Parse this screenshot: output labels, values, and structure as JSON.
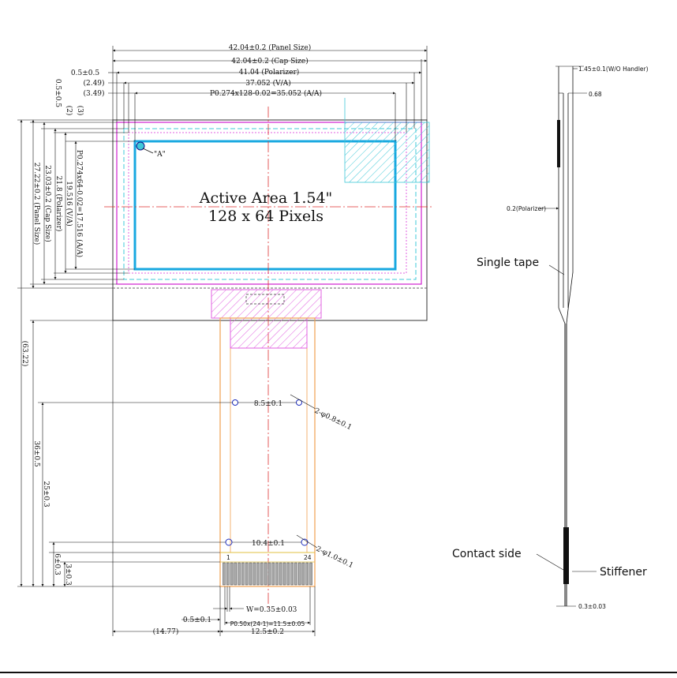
{
  "front_view": {
    "top_dims": [
      "42.04±0.2 (Panel Size)",
      "42.04±0.2 (Cap Size)",
      "41.04 (Polarizer)",
      "37.052 (V/A)",
      "P0.274x128-0.02=35.052 (A/A)"
    ],
    "top_left_dims": [
      "0.5±0.5",
      "(2.49)",
      "(3.49)"
    ],
    "left_dims_small": [
      "0.5±0.5",
      "(2)",
      "(3)"
    ],
    "left_dims_vertical": [
      "27.22±0.2 (Panel Size)",
      "23.03±0.2 (Cap Size)",
      "21.8 (Polarizer)",
      "19.516 (V/A)",
      "P0.274x64-0.02=17.516 (A/A)"
    ],
    "overall_height": "(63.22)",
    "fpc_dims_vertical": [
      "36±0.5",
      "25±0.3",
      "6±0.3",
      "3±0.3"
    ],
    "active_area_title": "Active Area 1.54\"",
    "active_area_pixels": "128 x 64 Pixels",
    "marker_a": "\"A\"",
    "hole_pitch_1": "8.5±0.1",
    "hole_note_1": "2-φ0.8±0.1",
    "hole_pitch_2": "10.4±0.1",
    "hole_note_2": "2-φ1.0±0.1",
    "pin_first": "1",
    "pin_last": "24",
    "bottom_dims": [
      "W=0.35±0.03",
      "0.5±0.1",
      "P0.50x(24-1)=11.5±0.05",
      "(14.77)",
      "12.5±0.2"
    ]
  },
  "side_view": {
    "dims": [
      "1.45±0.1(W/O Handler)",
      "0.68",
      "0.2(Polarizer)",
      "0.3±0.03"
    ],
    "labels": [
      "Single tape",
      "Contact side",
      "Stiffener"
    ]
  },
  "colors": {
    "panel_outline": "#d020d0",
    "active_area": "#18a8e0",
    "fpc": "#f0a050",
    "centerline": "#e03030",
    "hatch": "#e060e0"
  }
}
